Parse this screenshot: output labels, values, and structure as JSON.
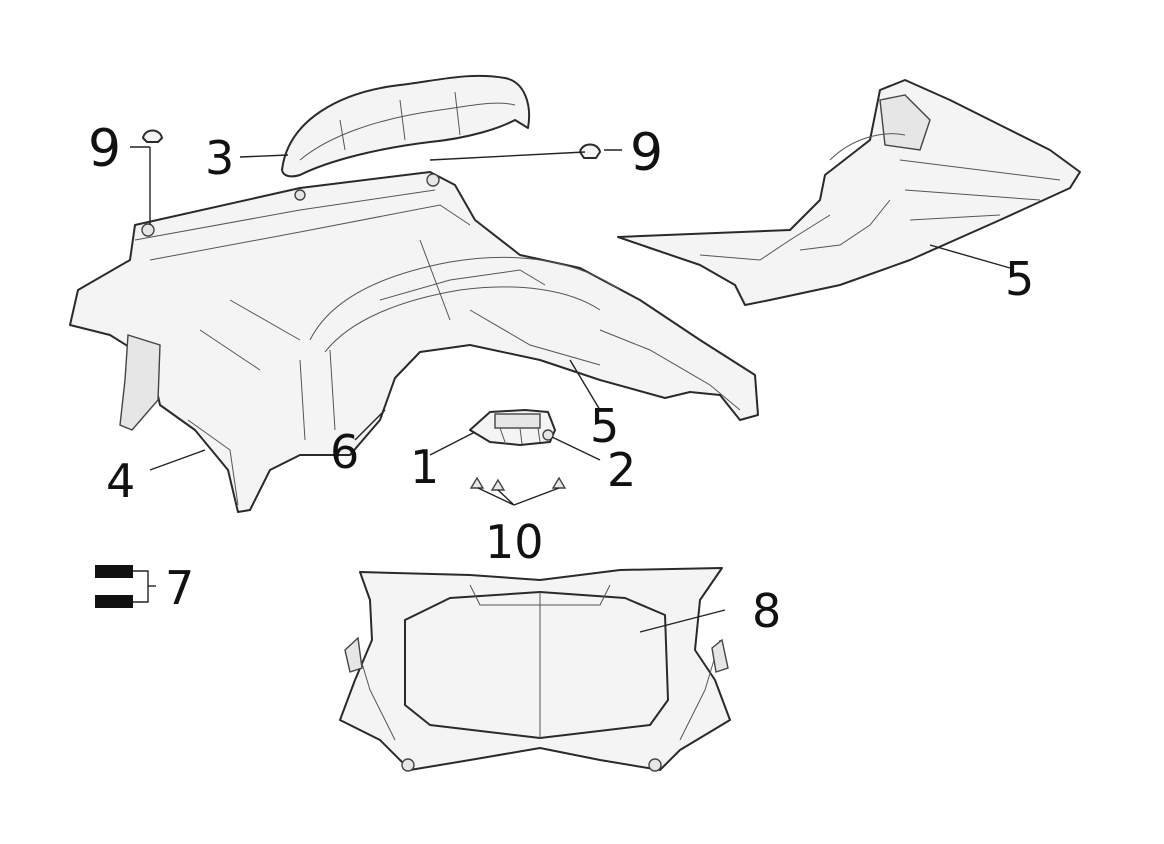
{
  "diagram": {
    "labels": {
      "part1": "1",
      "part2": "2",
      "part3": "3",
      "part4": "4",
      "part5_right": "5",
      "part5_center": "5",
      "part6": "6",
      "part7": "7",
      "part8": "8",
      "part9_left": "9",
      "part9_right": "9",
      "part10": "10"
    }
  }
}
